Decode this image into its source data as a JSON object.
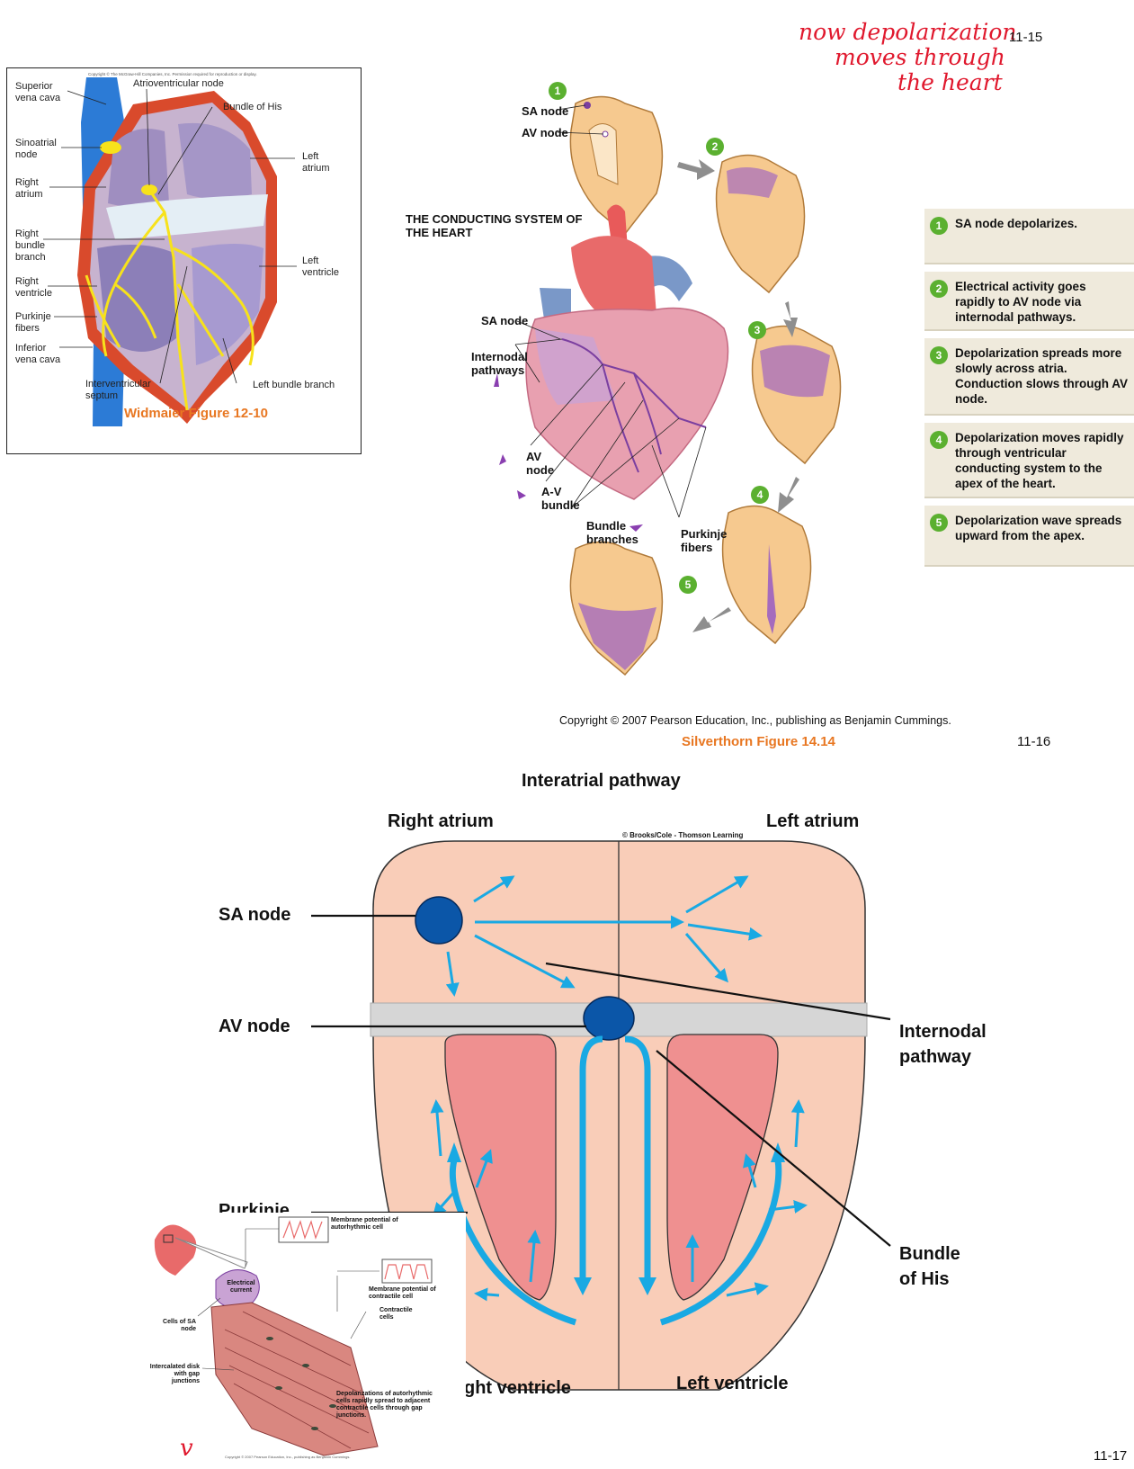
{
  "handwritten_note": [
    "now depolarization",
    "moves through",
    "the heart"
  ],
  "handwritten_mark": "v",
  "page_numbers": {
    "top": "11-15",
    "middle": "11-16",
    "bottom": "11-17"
  },
  "widmaier": {
    "copyright": "Copyright © The McGraw-Hill Companies, Inc. Permission required for reproduction or display.",
    "caption": "Widmaier Figure 12-10",
    "labels": {
      "superior_vena_cava": "Superior vena cava",
      "atrioventricular_node": "Atrioventricular node",
      "bundle_of_his": "Bundle of His",
      "sinoatrial_node": "Sinoatrial node",
      "left_atrium": "Left atrium",
      "right_atrium": "Right atrium",
      "right_bundle_branch": "Right bundle branch",
      "left_ventricle": "Left ventricle",
      "right_ventricle": "Right ventricle",
      "purkinje_fibers": "Purkinje fibers",
      "inferior_vena_cava": "Inferior vena cava",
      "interventricular_septum": "Interventricular septum",
      "left_bundle_branch": "Left bundle branch"
    }
  },
  "silverthorn": {
    "title": "THE CONDUCTING SYSTEM OF THE HEART",
    "labels": {
      "sa_node_top": "SA node",
      "av_node_top": "AV node",
      "sa_node": "SA node",
      "internodal": "Internodal pathways",
      "av_node": "AV node",
      "av_bundle": "A-V bundle",
      "bundle_branches": "Bundle branches",
      "purkinje": "Purkinje fibers"
    },
    "steps": [
      {
        "num": "1",
        "text": "SA node depolarizes."
      },
      {
        "num": "2",
        "text": "Electrical activity goes rapidly to AV node via internodal pathways."
      },
      {
        "num": "3",
        "text": "Depolarization spreads more slowly across atria. Conduction slows through AV node."
      },
      {
        "num": "4",
        "text": "Depolarization moves rapidly through ventricular conducting system to the apex of the heart."
      },
      {
        "num": "5",
        "text": "Depolarization wave spreads upward from the apex."
      }
    ],
    "copyright": "Copyright © 2007 Pearson Education, Inc., publishing as Benjamin Cummings.",
    "caption": "Silverthorn Figure 14.14"
  },
  "schematic": {
    "title": "Interatrial pathway",
    "right_atrium": "Right atrium",
    "left_atrium": "Left atrium",
    "copyright": "© Brooks/Cole - Thomson Learning",
    "sa_node": "SA node",
    "av_node": "AV node",
    "internodal": "Internodal pathway",
    "purkinje": "Purkinje",
    "bundle_of_his": "Bundle of His",
    "right_ventricle": "Right ventricle",
    "left_ventricle": "Left ventricle"
  },
  "inset": {
    "membrane_auto": "Membrane potential of autorhythmic cell",
    "electrical_current": "Electrical current",
    "cells_sa": "Cells of SA node",
    "membrane_contractile": "Membrane potential of contractile cell",
    "contractile_cells": "Contractile cells",
    "intercalated": "Intercalated disk with gap junctions",
    "depolarizations": "Depolarizations of autorhythmic cells rapidly spread to adjacent contractile cells through gap junctions.",
    "copyright": "Copyright © 2007 Pearson Education, Inc., publishing as Benjamin Cummings."
  },
  "colors": {
    "accent": "#e87722",
    "step_green": "#5bb030",
    "node_blue": "#0b56a8",
    "arrow_blue": "#19a9e3",
    "tissue_pink": "#f9cdb8",
    "ventricle_red": "#ef9090",
    "conduction_yellow": "#f7e21b"
  }
}
